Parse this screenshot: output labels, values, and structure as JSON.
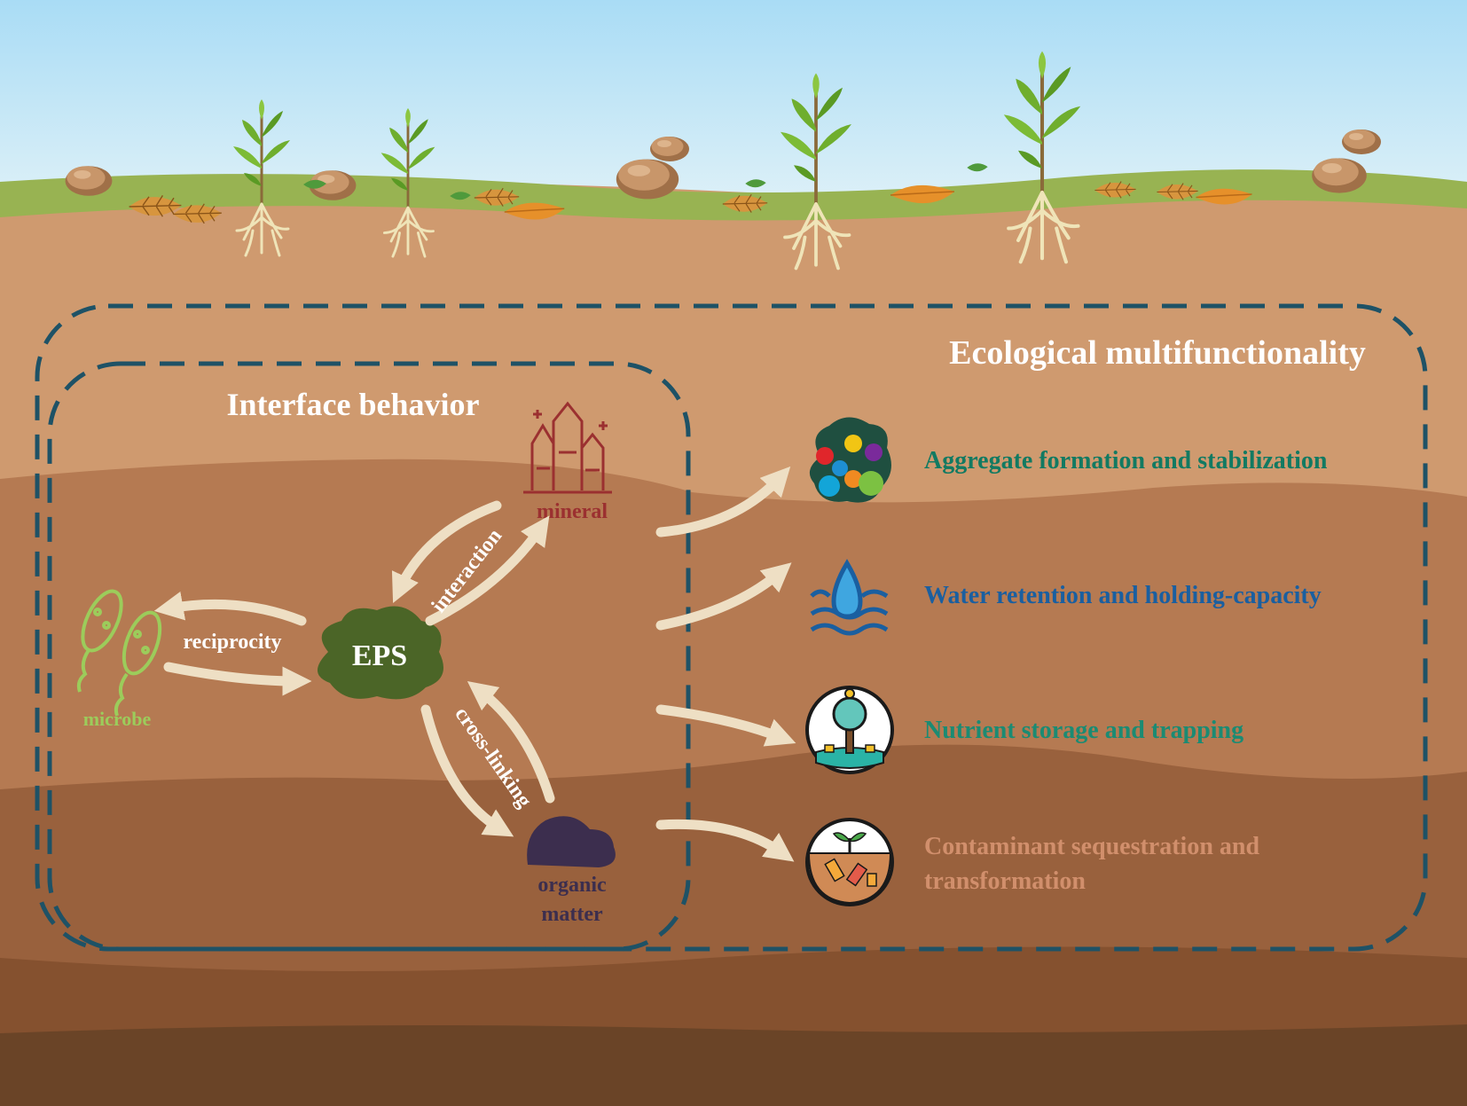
{
  "colors": {
    "sky_top": "#a9dcf5",
    "sky_bottom": "#e4f3f8",
    "grass": "#98b352",
    "soil_1": "#cf9a6f",
    "soil_2": "#b57a52",
    "soil_3": "#99613d",
    "soil_4": "#85512f",
    "soil_bottom": "#6a4427",
    "dash_border": "#1e5266",
    "arrow": "#eedfc4",
    "microbe": "#9ccc5b",
    "mineral": "#9b3030",
    "eps": "#4b6527",
    "organic": "#3c2e4e",
    "teal_text": "#127a62",
    "blue_text": "#1a5fa0",
    "green_text": "#1b8b73",
    "salmon_text": "#d18f6c",
    "white_text": "#ffffff"
  },
  "diagram": {
    "outer_title": "Ecological multifunctionality",
    "inner_title": "Interface behavior",
    "nodes": {
      "microbe": "microbe",
      "mineral": "mineral",
      "eps": "EPS",
      "organic_1": "organic",
      "organic_2": "matter"
    },
    "edges": {
      "reciprocity": "reciprocity",
      "interaction": "interaction",
      "cross_linking": "cross-linking"
    },
    "functions": [
      {
        "line1": "Aggregate formation and stabilization",
        "icon": "aggregate-icon"
      },
      {
        "line1": "Water retention and holding-capacity",
        "icon": "water-drop-icon"
      },
      {
        "line1": "Nutrient storage and trapping",
        "icon": "nutrient-tree-icon"
      },
      {
        "line1": "Contaminant sequestration and",
        "line2": "transformation",
        "icon": "contaminant-soil-icon"
      }
    ]
  }
}
